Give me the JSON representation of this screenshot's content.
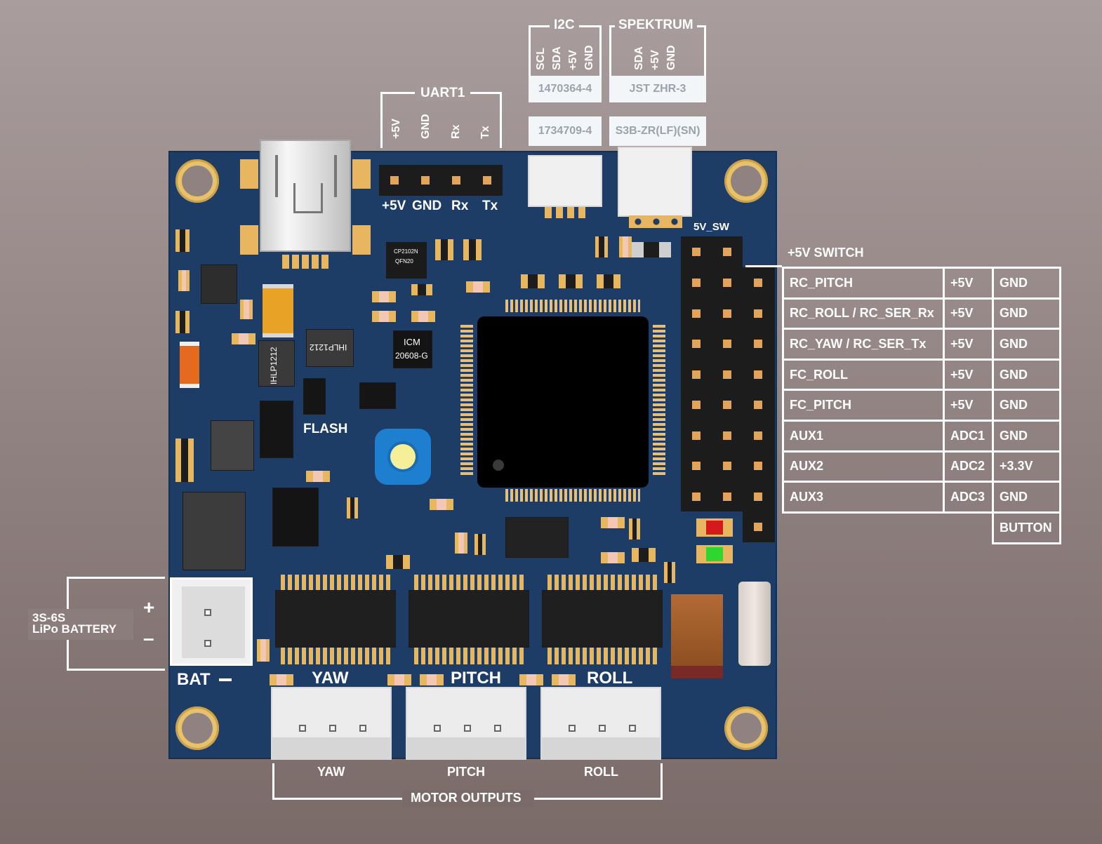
{
  "uart": {
    "title": "UART1",
    "pins": [
      "+5V",
      "GND",
      "Rx",
      "Tx"
    ]
  },
  "i2c": {
    "title": "I2C",
    "pins": [
      "SCL",
      "SDA",
      "+5V",
      "GND"
    ],
    "part_top": "1470364-4",
    "part_bottom": "1734709-4"
  },
  "spektrum": {
    "title": "SPEKTRUM",
    "pins": [
      "SDA",
      "+5V",
      "GND"
    ],
    "part_top": "JST ZHR-3",
    "part_bottom": "S3B-ZR(LF)(SN)"
  },
  "pcb_labels": {
    "usart_silk": [
      "+5V",
      "GND",
      "Rx",
      "Tx"
    ],
    "five_v_sw": "5V_SW",
    "flash": "FLASH",
    "cp2102": "CP2102N",
    "qfn20": "QFN20",
    "icm": "ICM",
    "icm_model": "20608-G",
    "ihlp_v": "IHLP1212",
    "ihlp_h": "IHLP1212",
    "bat": "BAT",
    "yaw": "YAW",
    "pitch": "PITCH",
    "roll": "ROLL"
  },
  "switch_label": "+5V SWITCH",
  "pin_table": [
    {
      "signal": "RC_PITCH",
      "power": "+5V",
      "ground": "GND"
    },
    {
      "signal": "RC_ROLL / RC_SER_Rx",
      "power": "+5V",
      "ground": "GND"
    },
    {
      "signal": "RC_YAW / RC_SER_Tx",
      "power": "+5V",
      "ground": "GND"
    },
    {
      "signal": "FC_ROLL",
      "power": "+5V",
      "ground": "GND"
    },
    {
      "signal": "FC_PITCH",
      "power": "+5V",
      "ground": "GND"
    },
    {
      "signal": "AUX1",
      "power": "ADC1",
      "ground": "GND"
    },
    {
      "signal": "AUX2",
      "power": "ADC2",
      "ground": "+3.3V"
    },
    {
      "signal": "AUX3",
      "power": "ADC3",
      "ground": "GND"
    }
  ],
  "button_label": "BUTTON",
  "battery": {
    "line1": "3S-6S",
    "line2": "LiPo BATTERY",
    "plus": "+",
    "minus": "–"
  },
  "motor_outputs": {
    "title": "MOTOR OUTPUTS",
    "labels": [
      "YAW",
      "PITCH",
      "ROLL"
    ]
  },
  "colors": {
    "pcb": "#1e3d66",
    "pad_gold": "#e8b560",
    "led_red": "#d41a1a",
    "led_green": "#2fd62f",
    "button_blue": "#1e7fd1"
  }
}
